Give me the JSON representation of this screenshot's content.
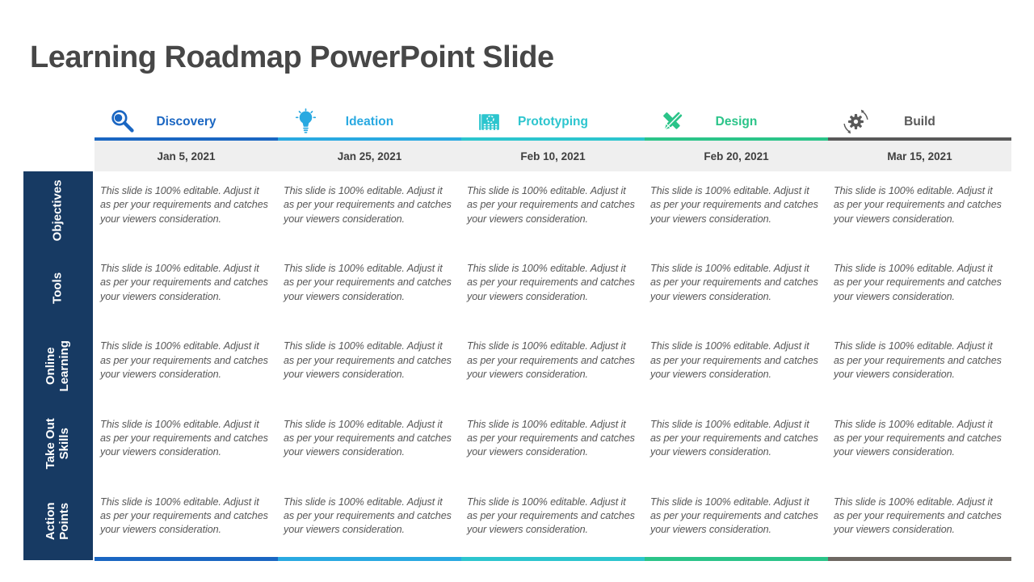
{
  "slide": {
    "title": "Learning Roadmap PowerPoint Slide"
  },
  "columns": [
    {
      "label": "Discovery",
      "date": "Jan 5, 2021",
      "color": "#1A66C2",
      "bar_color": "#1A66C2",
      "icon": "magnifier-icon"
    },
    {
      "label": "Ideation",
      "date": "Jan 25, 2021",
      "color": "#29A9E1",
      "bar_color": "#29A9E1",
      "icon": "lightbulb-icon"
    },
    {
      "label": "Prototyping",
      "date": "Feb 10, 2021",
      "color": "#2CC5CE",
      "bar_color": "#2CC5CE",
      "icon": "blueprint-gear-icon"
    },
    {
      "label": "Design",
      "date": "Feb 20, 2021",
      "color": "#2BC489",
      "bar_color": "#2BC489",
      "icon": "pencil-cross-icon"
    },
    {
      "label": "Build",
      "date": "Mar 15, 2021",
      "color": "#595959",
      "bar_color": "#6E6862",
      "icon": "gear-sync-icon"
    }
  ],
  "row_headers": [
    "Objectives",
    "Tools",
    "Online Learning",
    "Take Out Skills",
    "Action Points"
  ],
  "cell_text": "This slide is 100%  editable. Adjust it as per your requirements and catches your viewers consideration.",
  "theme": {
    "sidebar_bg": "#173A63",
    "date_row_bg": "#EFEFEF",
    "title_color": "#474747",
    "date_text_color": "#3F3F3F",
    "cell_text_color": "#575757"
  }
}
